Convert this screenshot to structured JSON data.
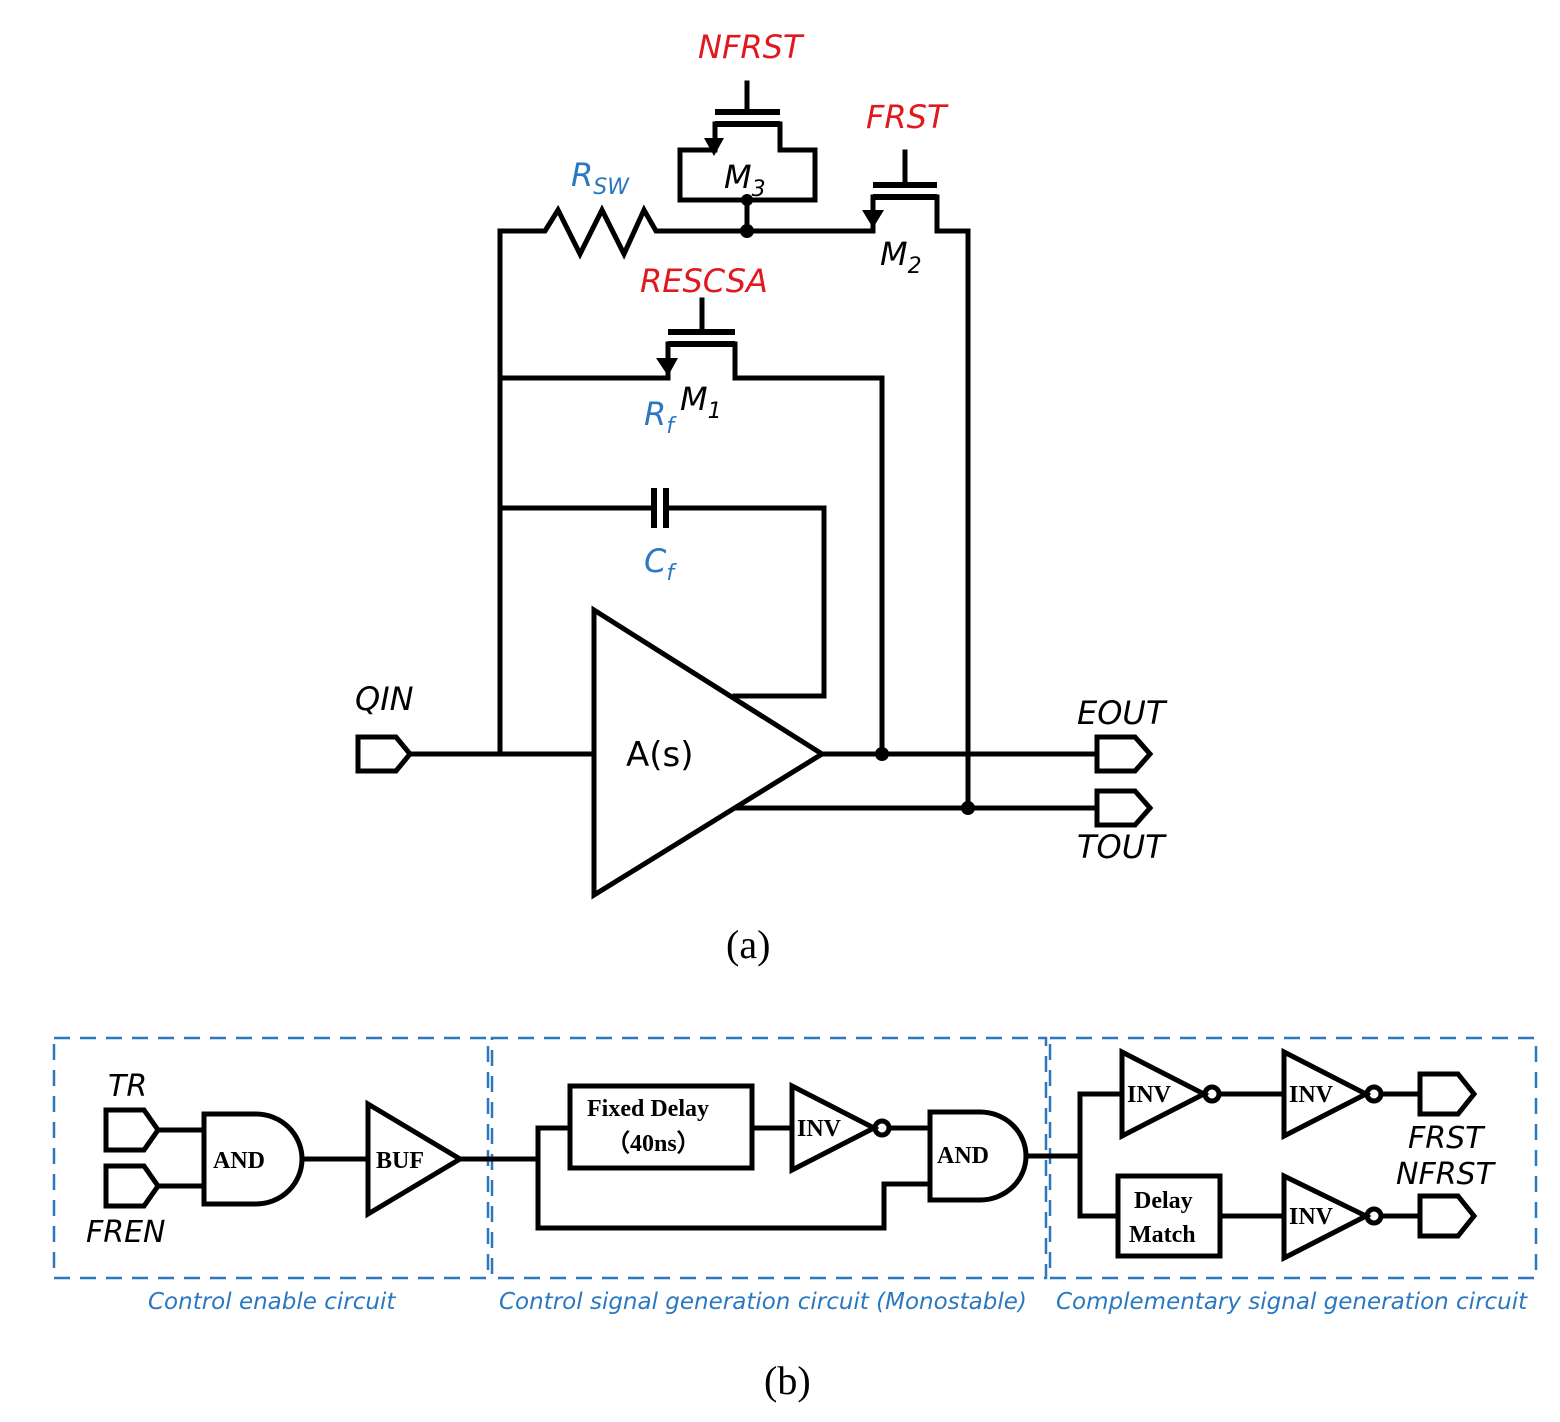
{
  "figure": {
    "panel_a": {
      "caption": "(a)",
      "signals": {
        "nfrst": "NFRST",
        "frst": "FRST",
        "rescsa": "RESCSA"
      },
      "components": {
        "rsw_main": "R",
        "rsw_sub": "SW",
        "m3_main": "M",
        "m3_sub": "3",
        "m2_main": "M",
        "m2_sub": "2",
        "m1_main": "M",
        "m1_sub": "1",
        "rf_main": "R",
        "rf_sub": "f",
        "cf_main": "C",
        "cf_sub": "f",
        "amplifier": "A(s)"
      },
      "ports": {
        "qin": "QIN",
        "eout": "EOUT",
        "tout": "TOUT"
      }
    },
    "panel_b": {
      "caption": "(b)",
      "ports": {
        "tr": "TR",
        "fren": "FREN",
        "frst": "FRST",
        "nfrst": "NFRST"
      },
      "blocks": {
        "and1": "AND",
        "buf": "BUF",
        "fixed_delay_line1": "Fixed Delay",
        "fixed_delay_line2": "（40ns）",
        "inv_mono": "INV",
        "and2": "AND",
        "inv_top1": "INV",
        "inv_top2": "INV",
        "delay_match_line1": "Delay",
        "delay_match_line2": "Match",
        "inv_bottom": "INV"
      },
      "sections": {
        "control_enable": "Control enable circuit",
        "control_signal": "Control signal generation circuit (Monostable)",
        "complementary": "Complementary signal generation circuit"
      }
    }
  }
}
